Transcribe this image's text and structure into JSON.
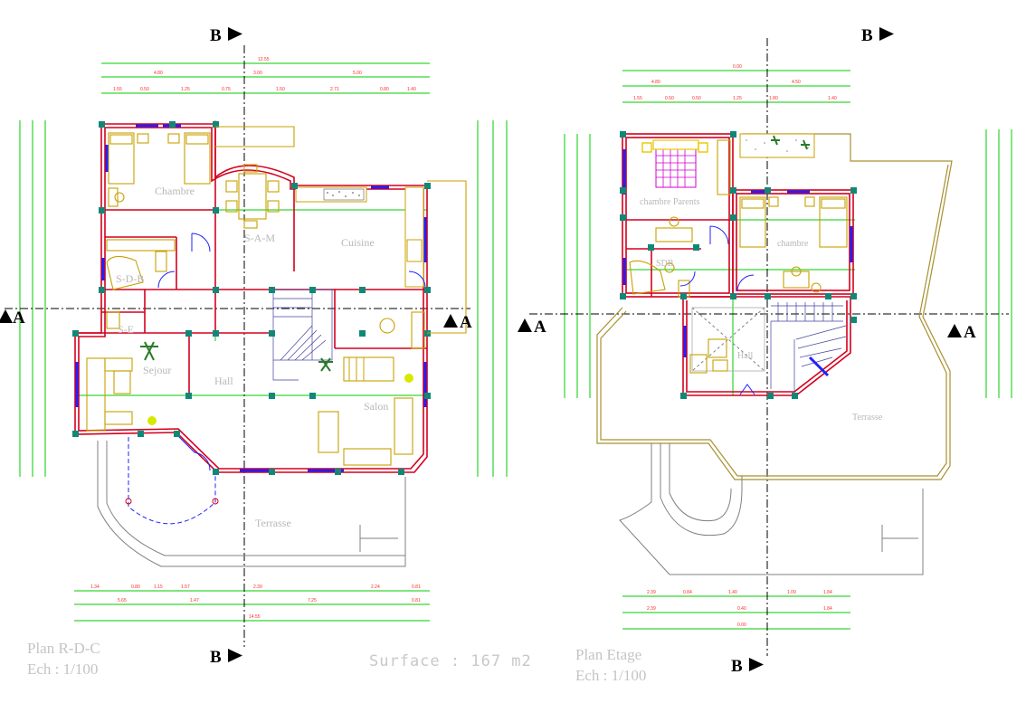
{
  "markers": {
    "b_top_left": "B",
    "b_top_right": "B",
    "b_bottom_left": "B",
    "b_bottom_right": "B",
    "a_left_1": "A",
    "a_left_2": "A",
    "a_right_1": "A",
    "a_right_2": "A"
  },
  "ground_floor": {
    "rooms": {
      "chambre": "Chambre",
      "sam": "S-A-M",
      "cuisine": "Cuisine",
      "sdb": "S-D-B",
      "se": "S-E",
      "sejour": "Sejour",
      "hall": "Hall",
      "salon": "Salon",
      "terrasse": "Terrasse"
    },
    "title": "Plan R-D-C",
    "scale": "Ech : 1/100"
  },
  "upper_floor": {
    "rooms": {
      "chambre_parents": "chambre Parents",
      "chambre": "chambre",
      "sdb": "SDB",
      "hall": "Hall",
      "terrasse": "Terrasse"
    },
    "title": "Plan Etage",
    "scale": "Ech : 1/100"
  },
  "surface": "Surface : 167 m2",
  "colors": {
    "walls": "#d4001e",
    "dimension_lines": "#00cc00",
    "furniture": "#c8a000",
    "windows": "#2020ff",
    "columns": "#118877",
    "labels": "#b8b8b8"
  }
}
